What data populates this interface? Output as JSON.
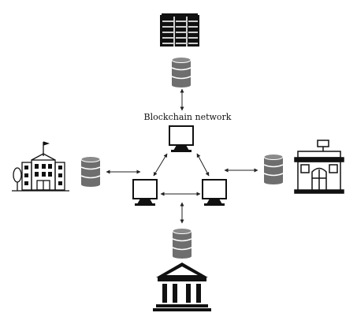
{
  "network": {
    "label": "Blockchain network"
  },
  "colors": {
    "ink": "#111111",
    "database": "#6e6e6e",
    "arrow": "#222222"
  },
  "nodes": [
    {
      "name": "data-center",
      "icon": "server-rack-icon"
    },
    {
      "name": "school",
      "icon": "school-building-icon"
    },
    {
      "name": "shop",
      "icon": "storefront-icon"
    },
    {
      "name": "bank",
      "icon": "bank-building-icon"
    }
  ]
}
